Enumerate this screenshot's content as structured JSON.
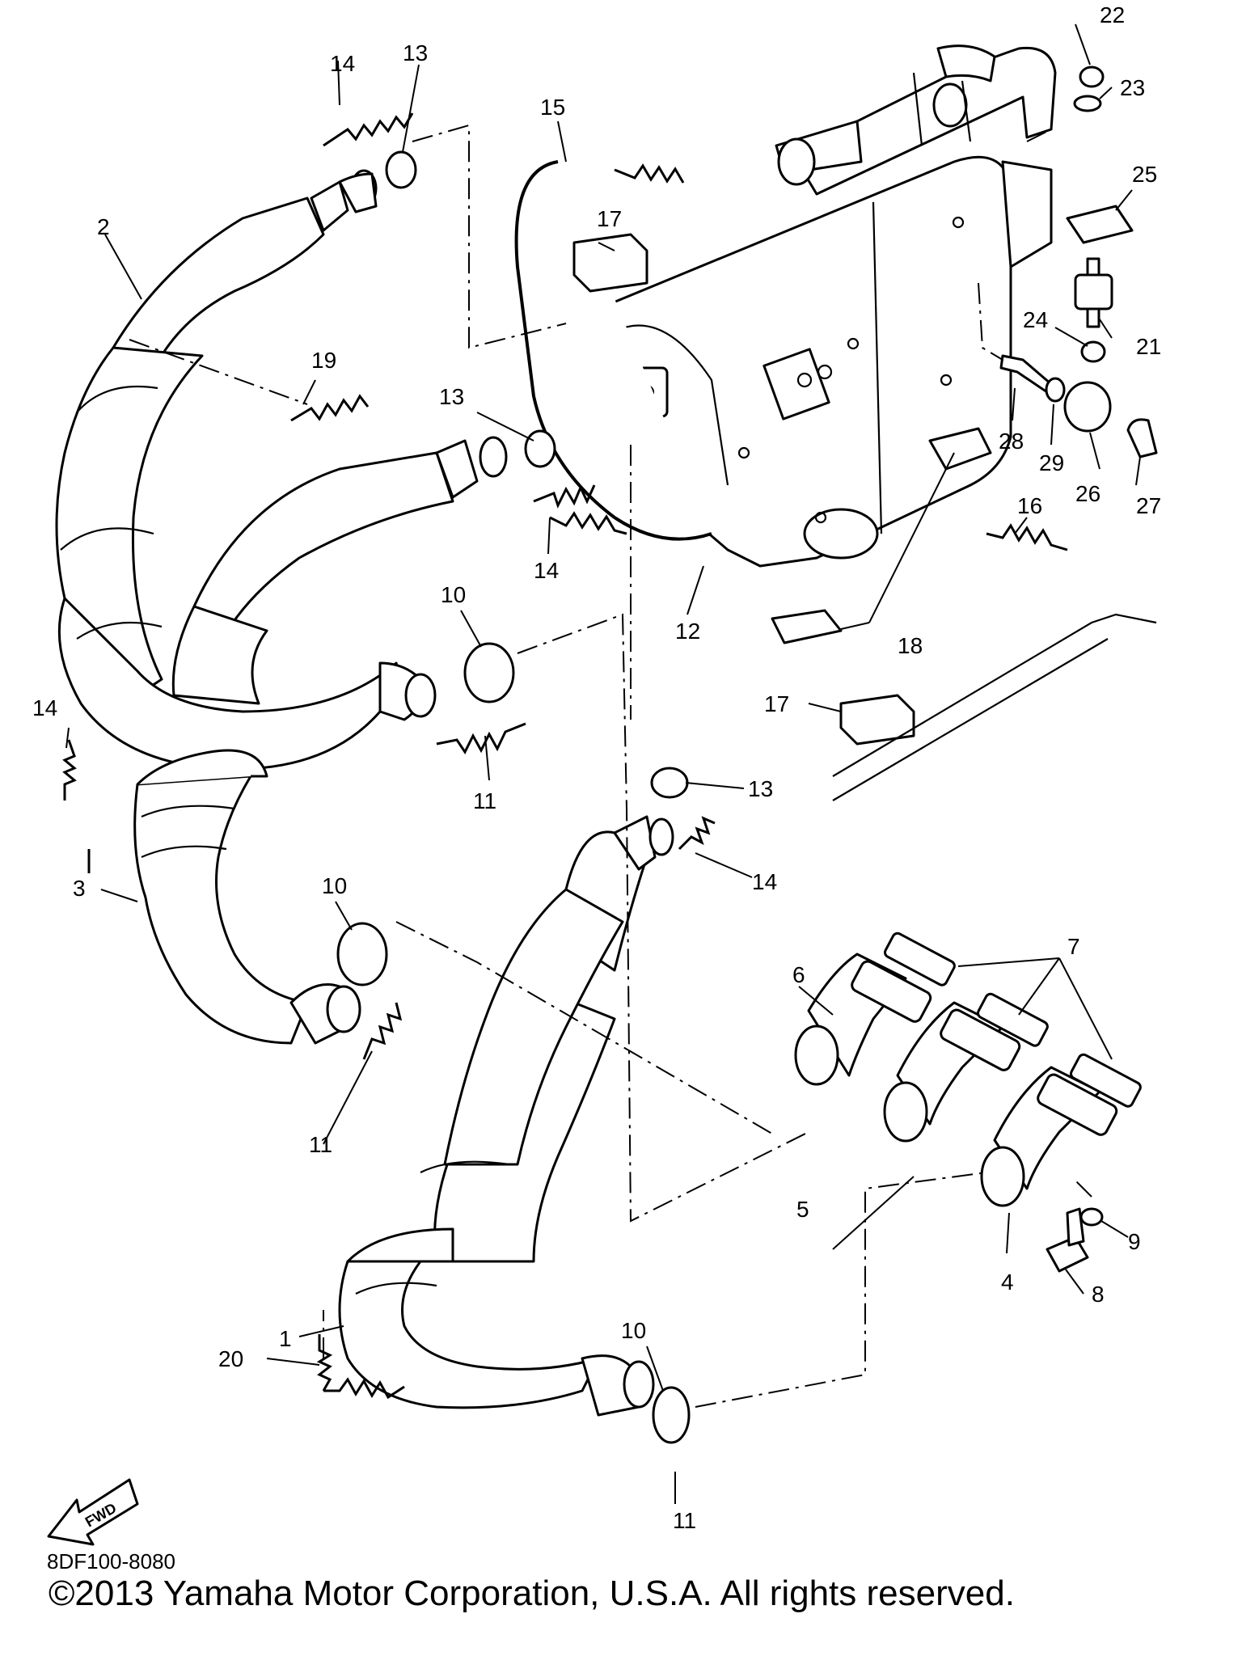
{
  "diagram_code": "8DF100-8080",
  "copyright": "©2013 Yamaha Motor Corporation, U.S.A. All rights reserved.",
  "fwd_label": "FWD",
  "callouts": {
    "c1": "1",
    "c2": "2",
    "c3": "3",
    "c4": "4",
    "c5": "5",
    "c6": "6",
    "c7": "7",
    "c8": "8",
    "c9": "9",
    "c10a": "10",
    "c10b": "10",
    "c10c": "10",
    "c11a": "11",
    "c11b": "11",
    "c11c": "11",
    "c12": "12",
    "c13a": "13",
    "c13b": "13",
    "c13c": "13",
    "c14a": "14",
    "c14b": "14",
    "c14c": "14",
    "c14d": "14",
    "c15": "15",
    "c16": "16",
    "c17a": "17",
    "c17b": "17",
    "c18": "18",
    "c19": "19",
    "c20": "20",
    "c21": "21",
    "c22": "22",
    "c23": "23",
    "c24": "24",
    "c25": "25",
    "c26": "26",
    "c27": "27",
    "c28": "28",
    "c29": "29"
  }
}
